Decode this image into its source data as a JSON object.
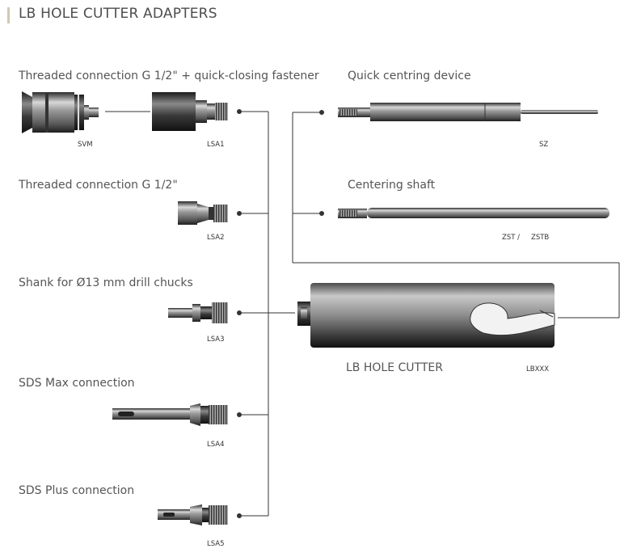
{
  "title": "LB HOLE CUTTER ADAPTERS",
  "labels": {
    "threaded_fastener": "Threaded connection G 1/2\" + quick-closing fastener",
    "threaded": "Threaded connection G 1/2\"",
    "shank": "Shank for Ø13 mm drill chucks",
    "sds_max": "SDS Max connection",
    "sds_plus": "SDS Plus connection",
    "quick_centring": "Quick centring device",
    "centering_shaft": "Centering shaft",
    "hole_cutter": "LB HOLE CUTTER"
  },
  "codes": {
    "svm": "SVM",
    "lsa1": "LSA1",
    "lsa2": "LSA2",
    "lsa3": "LSA3",
    "lsa4": "LSA4",
    "lsa5": "LSA5",
    "sz": "SZ",
    "zst": "ZST /",
    "zstb": "ZSTB",
    "lbxxx": "LBXXX"
  },
  "colors": {
    "accent_bar": "#cfc9b4",
    "line": "#333333"
  }
}
